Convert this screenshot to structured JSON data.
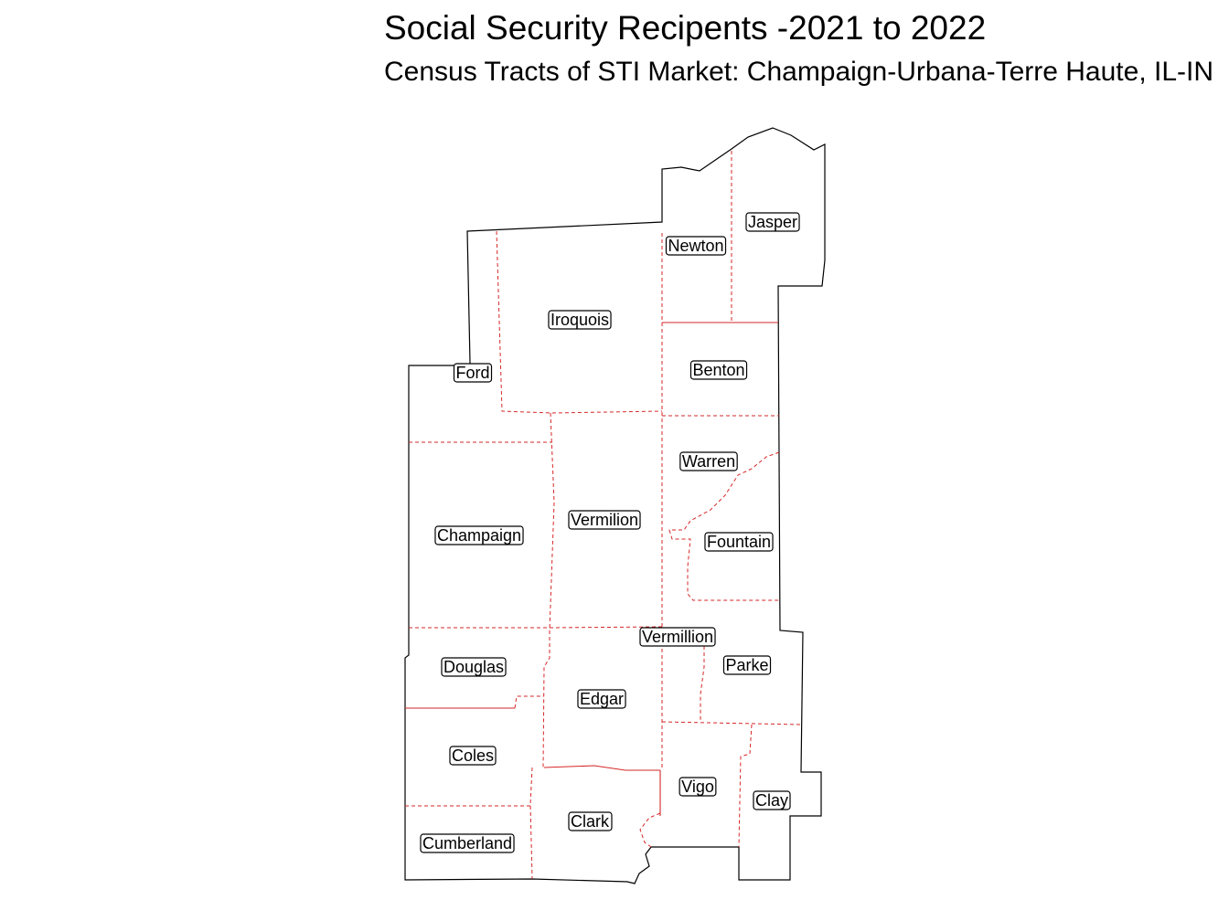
{
  "title": "Social Security Recipents -2021 to 2022",
  "subtitle": "Census Tracts of STI Market: Champaign-Urbana-Terre Haute, IL-IN",
  "colors": {
    "outline": "#000000",
    "county_border": "#d62728",
    "label_fill": "#ffffff"
  },
  "counties": [
    {
      "name": "Newton"
    },
    {
      "name": "Jasper"
    },
    {
      "name": "Iroquois"
    },
    {
      "name": "Benton"
    },
    {
      "name": "Ford"
    },
    {
      "name": "Warren"
    },
    {
      "name": "Vermilion"
    },
    {
      "name": "Fountain"
    },
    {
      "name": "Champaign"
    },
    {
      "name": "Vermillion"
    },
    {
      "name": "Parke"
    },
    {
      "name": "Douglas"
    },
    {
      "name": "Edgar"
    },
    {
      "name": "Coles"
    },
    {
      "name": "Vigo"
    },
    {
      "name": "Clay"
    },
    {
      "name": "Clark"
    },
    {
      "name": "Cumberland"
    }
  ]
}
